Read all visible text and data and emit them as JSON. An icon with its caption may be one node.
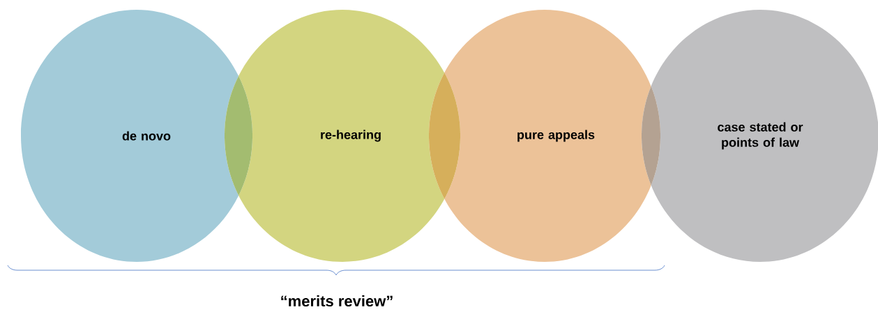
{
  "diagram": {
    "nodes": [
      {
        "text": [
          "de novo"
        ]
      },
      {
        "text": [
          "re-hearing"
        ]
      },
      {
        "text": [
          "pure appeals"
        ]
      },
      {
        "text": [
          "case stated or points of law"
        ]
      }
    ],
    "labels": [
      "“merits review”"
    ]
  }
}
